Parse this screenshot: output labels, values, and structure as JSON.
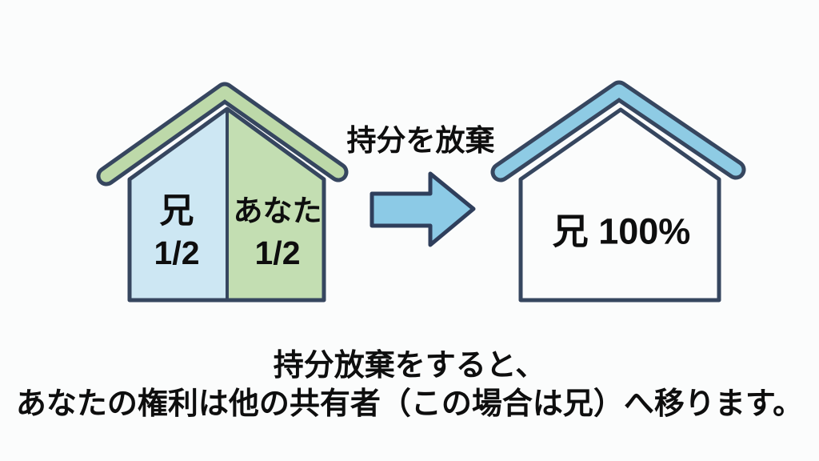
{
  "colors": {
    "background": "#fbfcfc",
    "outline_navy": "#36465f",
    "brother_share_blue": "#cde7f3",
    "your_share_green": "#c3deb2",
    "left_roof_green": "#bdd9a9",
    "house_blue": "#8ecbe4",
    "arrow_blue": "#8ccae6",
    "text_black": "#0e0e0e"
  },
  "left_house": {
    "brother_owner": "兄",
    "brother_fraction": "1/2",
    "you_owner": "あなた",
    "you_fraction": "1/2"
  },
  "arrow": {
    "label": "持分を放棄"
  },
  "right_house": {
    "label": "兄 100%"
  },
  "caption": {
    "line1": "持分放棄をすると、",
    "line2": "あなたの権利は他の共有者（この場合は兄）へ移ります。"
  }
}
